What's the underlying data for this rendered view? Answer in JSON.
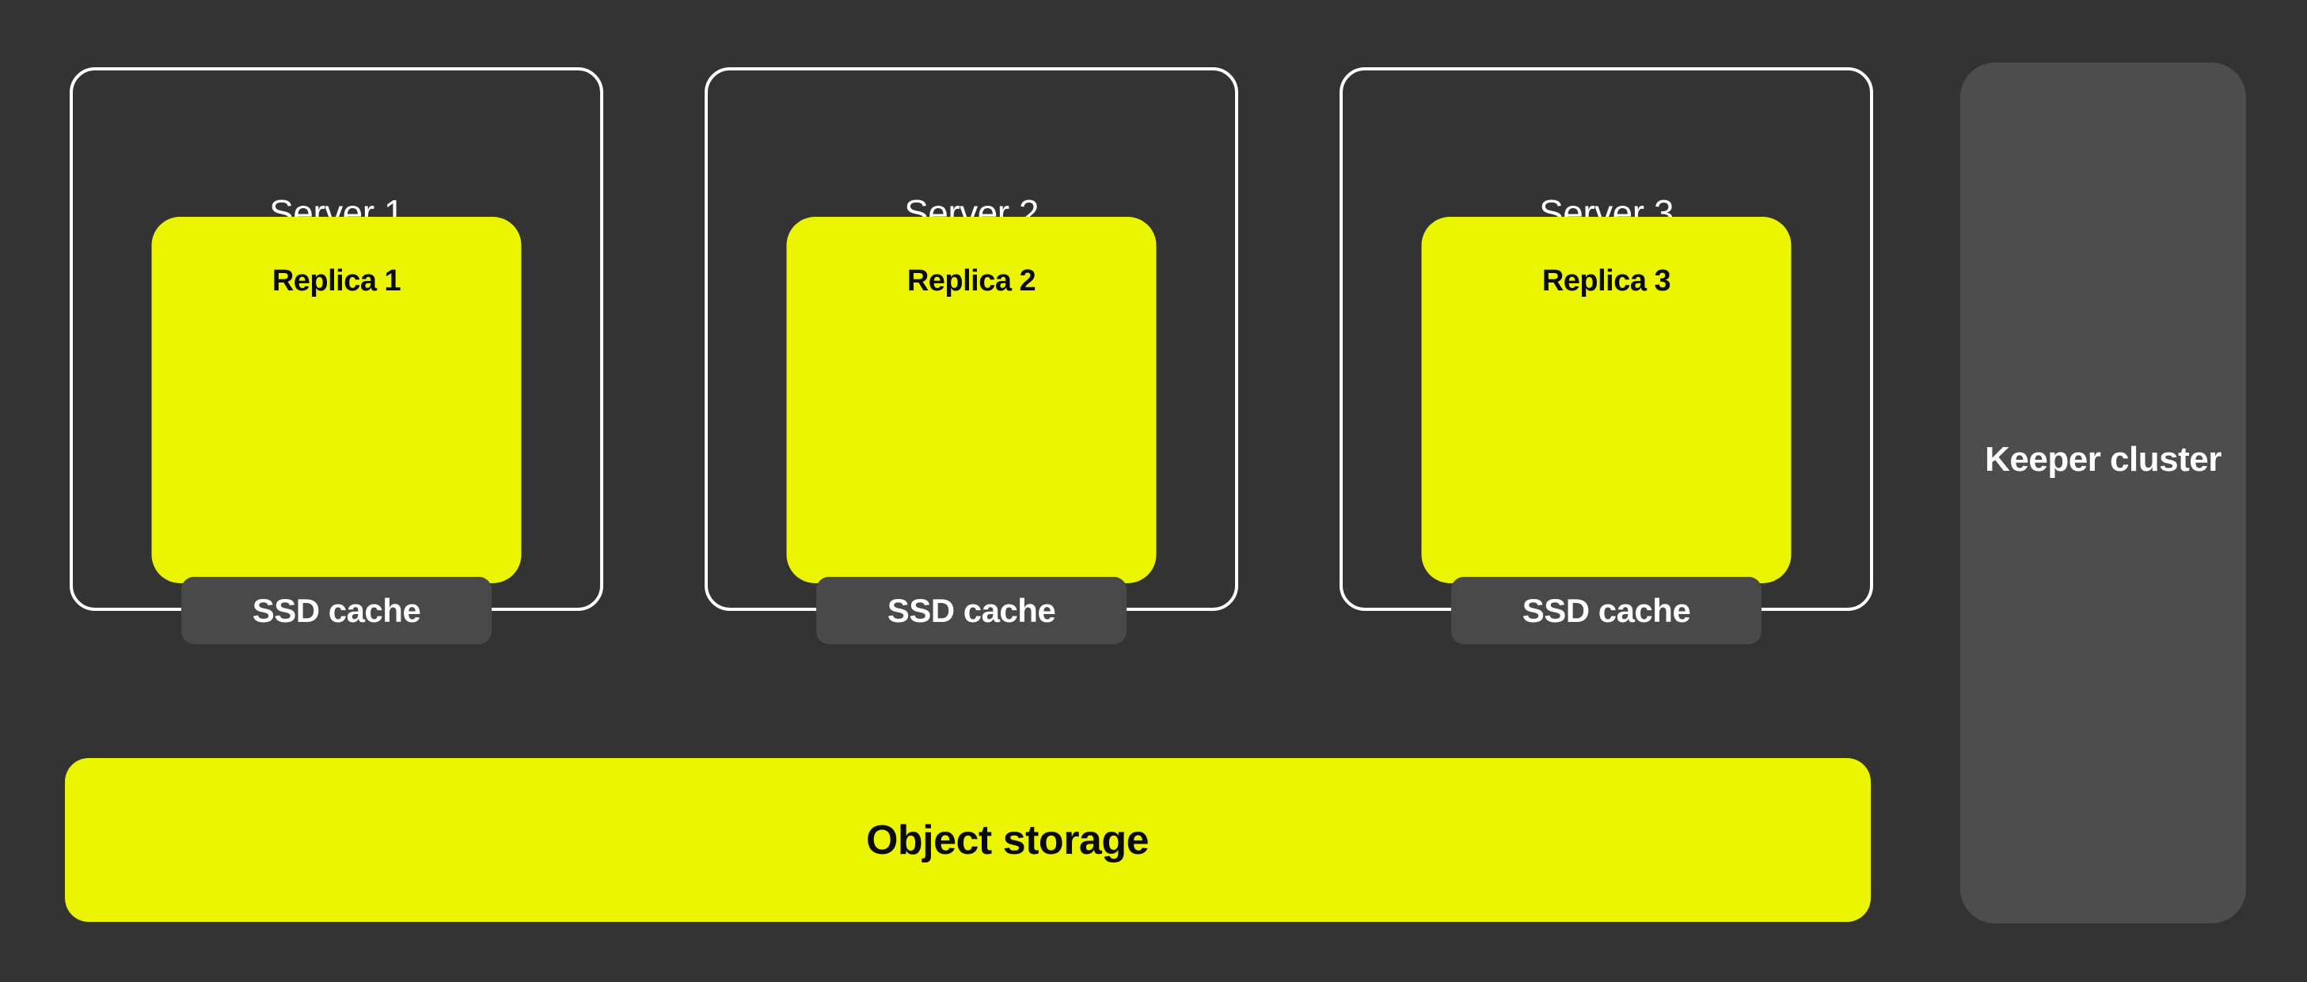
{
  "diagram": {
    "servers": [
      {
        "label": "Server 1",
        "replica_label": "Replica 1",
        "cache_label": "SSD cache"
      },
      {
        "label": "Server 2",
        "replica_label": "Replica 2",
        "cache_label": "SSD cache"
      },
      {
        "label": "Server 3",
        "replica_label": "Replica 3",
        "cache_label": "SSD cache"
      }
    ],
    "object_storage_label": "Object storage",
    "keeper_label": "Keeper cluster"
  },
  "colors": {
    "background": "#333333",
    "accent_yellow": "#ebf500",
    "cache_gray": "#494949",
    "keeper_gray": "#4d4d4d",
    "server_border": "#ffffff",
    "text_light": "#ffffff",
    "text_dark": "#0a0a0a"
  }
}
